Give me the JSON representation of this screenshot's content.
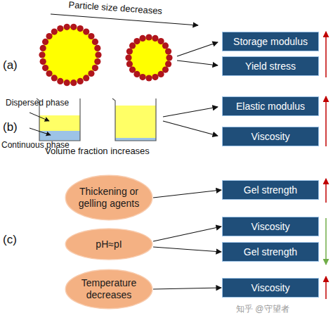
{
  "diagram": {
    "nodes": [
      {
        "text": [
          "Storage modulus"
        ]
      },
      {
        "text": [
          "Yield stress"
        ]
      },
      {
        "text": [
          "Elastic modulus"
        ]
      },
      {
        "text": [
          "Viscosity"
        ]
      },
      {
        "text": [
          "Thickening or gelling agents"
        ]
      },
      {
        "text": [
          "Gel strength"
        ]
      },
      {
        "text": [
          "pH≈pI"
        ]
      },
      {
        "text": [
          "Viscosity"
        ]
      },
      {
        "text": [
          "Gel strength"
        ]
      },
      {
        "text": [
          "Temperature decreases"
        ]
      },
      {
        "text": [
          "Viscosity"
        ]
      }
    ],
    "edges": [
      {
        "from": 4,
        "to": 5,
        "arrow": "to"
      },
      {
        "from": 6,
        "to": 7,
        "arrow": "to"
      },
      {
        "from": 6,
        "to": 8,
        "arrow": "to"
      },
      {
        "from": 9,
        "to": 10,
        "arrow": "to"
      }
    ],
    "labels": [
      "(a)",
      "Particle size decreases",
      "(b)",
      "Dispersed phase",
      "Continuous phase",
      "Volume fraction increases",
      "(c)",
      "知乎 @守望者"
    ]
  }
}
